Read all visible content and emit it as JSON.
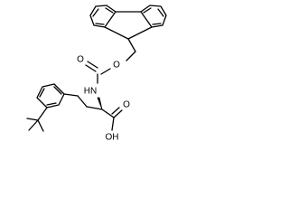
{
  "molecule": {
    "labels": {
      "ester_oxygen": "O",
      "amide_nitrogen": "HN",
      "carbonyl_oxygen": "O",
      "acid_oxygen": "O",
      "hydroxyl": "OH"
    }
  }
}
